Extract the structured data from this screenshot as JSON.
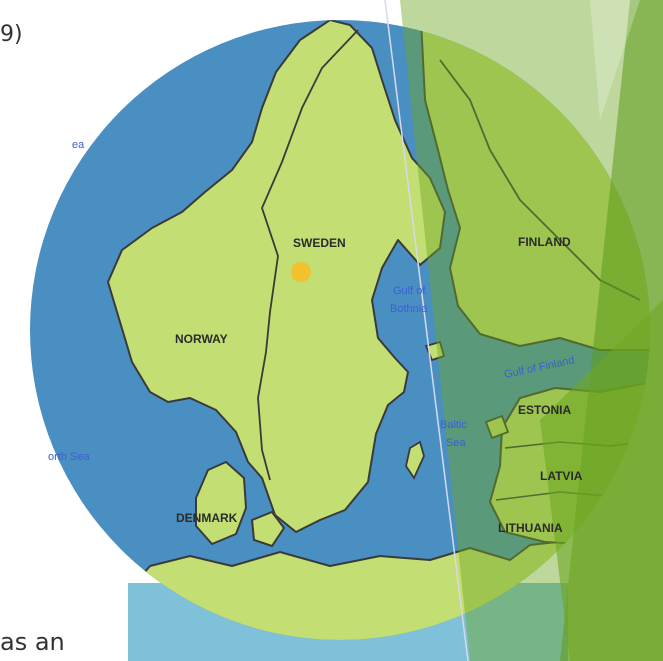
{
  "slide": {
    "fragment_top": "9)",
    "fragment_bottom": "as an"
  },
  "map": {
    "countries": {
      "sweden": "SWEDEN",
      "norway": "NORWAY",
      "finland": "FINLAND",
      "denmark": "DENMARK",
      "estonia": "ESTONIA",
      "latvia": "LATVIA",
      "lithuania": "LITHUANIA"
    },
    "seas": {
      "gulf_bothnia_1": "Gulf of",
      "gulf_bothnia_2": "Bothnia",
      "baltic_1": "Baltic",
      "baltic_2": "Sea",
      "north_sea": "orth Sea",
      "gulf_finland": "Gulf of Finland",
      "norwegian_sea": "ea"
    },
    "colors": {
      "sea": "#4a8fc2",
      "land": "#c3de73",
      "marker": "#f2c12e",
      "deco_green": "#6ea623"
    }
  }
}
